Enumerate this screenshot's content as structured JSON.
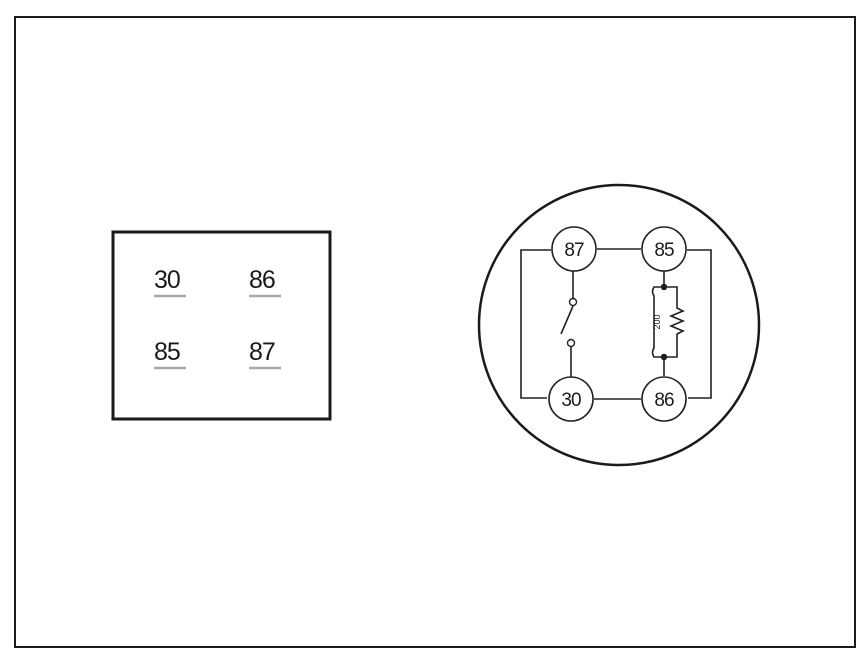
{
  "connector_face": {
    "pins": [
      {
        "label": "30"
      },
      {
        "label": "86"
      },
      {
        "label": "85"
      },
      {
        "label": "87"
      }
    ]
  },
  "relay_schematic": {
    "terminals": [
      {
        "label": "87"
      },
      {
        "label": "85"
      },
      {
        "label": "30"
      },
      {
        "label": "86"
      }
    ],
    "coil_resistance_label": "200"
  }
}
